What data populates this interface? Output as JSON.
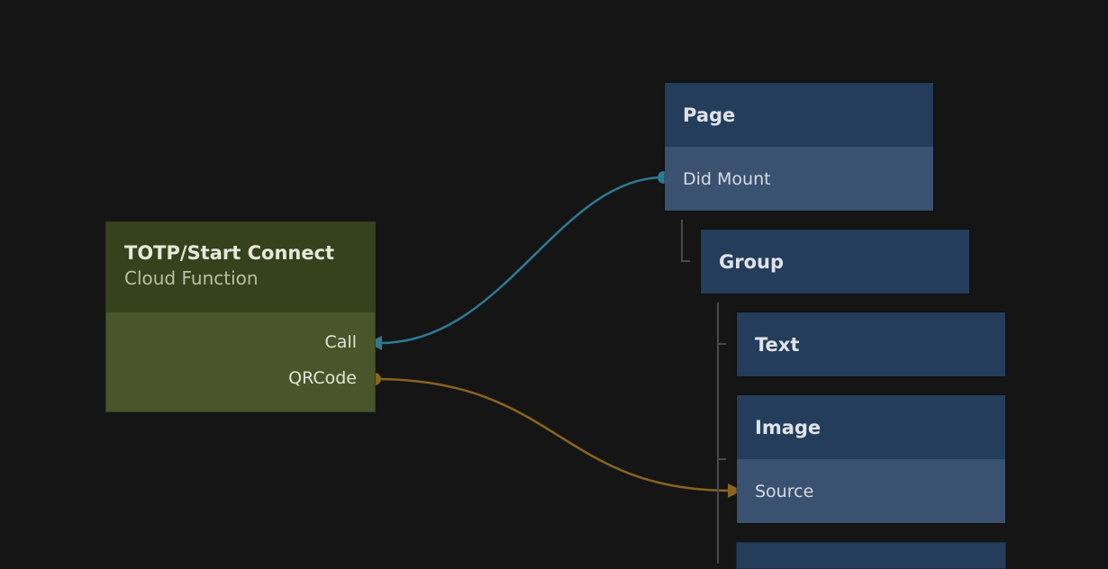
{
  "nodes": {
    "cloud_function": {
      "title": "TOTP/Start Connect",
      "subtitle": "Cloud Function",
      "ports": [
        "Call",
        "QRCode"
      ]
    },
    "page": {
      "title": "Page",
      "port": "Did Mount"
    },
    "group": {
      "title": "Group"
    },
    "text": {
      "title": "Text"
    },
    "image": {
      "title": "Image",
      "port": "Source"
    }
  },
  "colors": {
    "signal_connection": "#2e7a94",
    "data_connection": "#8a6420",
    "visual_node": "#233d5a",
    "logic_node": "#36421b"
  }
}
